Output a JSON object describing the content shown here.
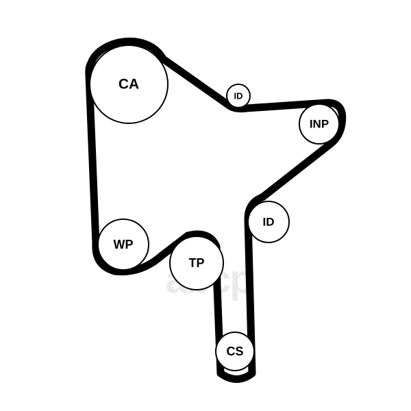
{
  "diagram": {
    "pulleys": {
      "ca": "CA",
      "id_top": "ID",
      "inp": "INP",
      "id_mid": "ID",
      "wp": "WP",
      "tp": "TP",
      "cs": "CS"
    },
    "watermark": "abcp"
  }
}
